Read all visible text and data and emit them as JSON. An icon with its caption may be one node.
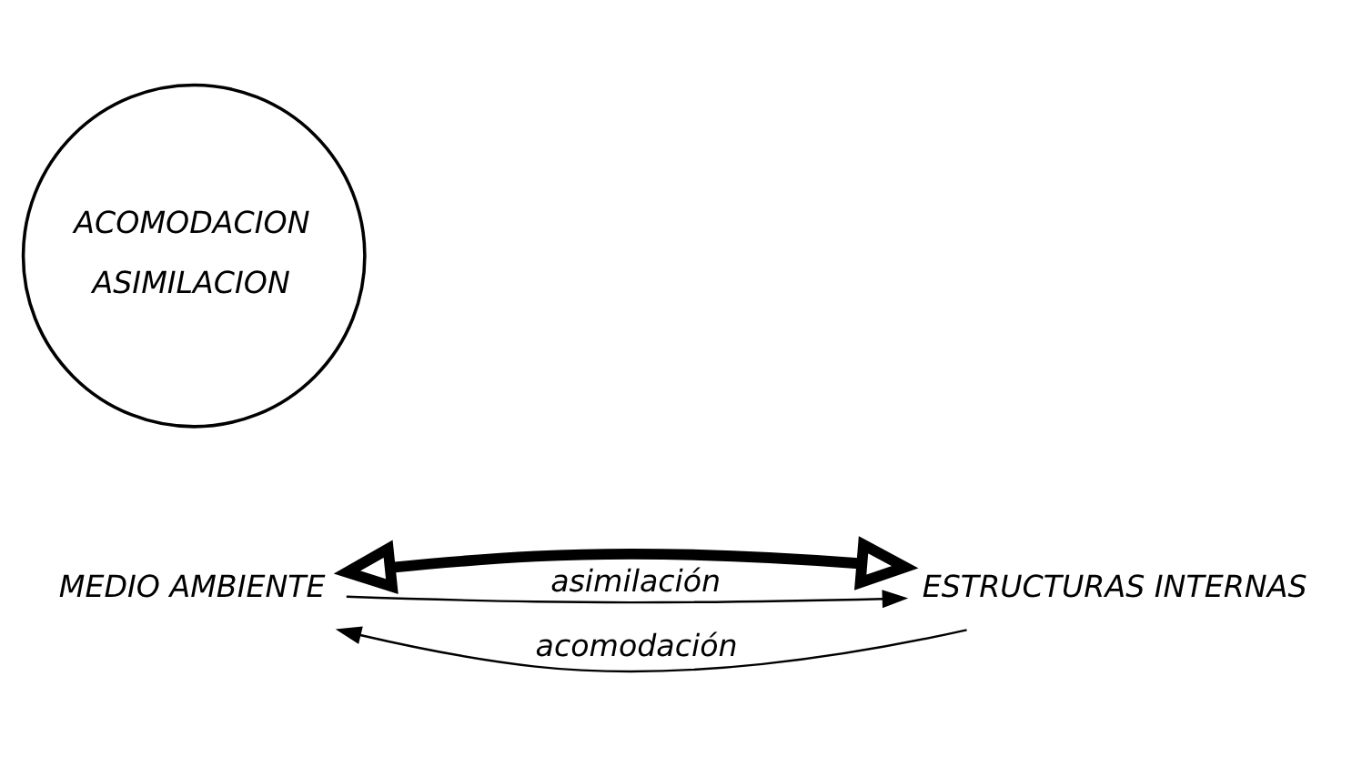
{
  "diagram": {
    "nodes": [
      {
        "text": [
          "MEDIO AMBIENTE"
        ]
      },
      {
        "text": [
          "ESTRUCTURAS INTERNAS"
        ]
      },
      {
        "text": [
          "ACOMODACION",
          "ASIMILACION"
        ]
      }
    ],
    "edges": [
      {
        "from": 0,
        "to": 1,
        "arrow": "both",
        "style": "thick"
      },
      {
        "from": 0,
        "to": 1,
        "arrow": "to",
        "label": "asimilación"
      },
      {
        "from": 1,
        "to": 0,
        "arrow": "to",
        "label": "acomodación"
      }
    ]
  }
}
